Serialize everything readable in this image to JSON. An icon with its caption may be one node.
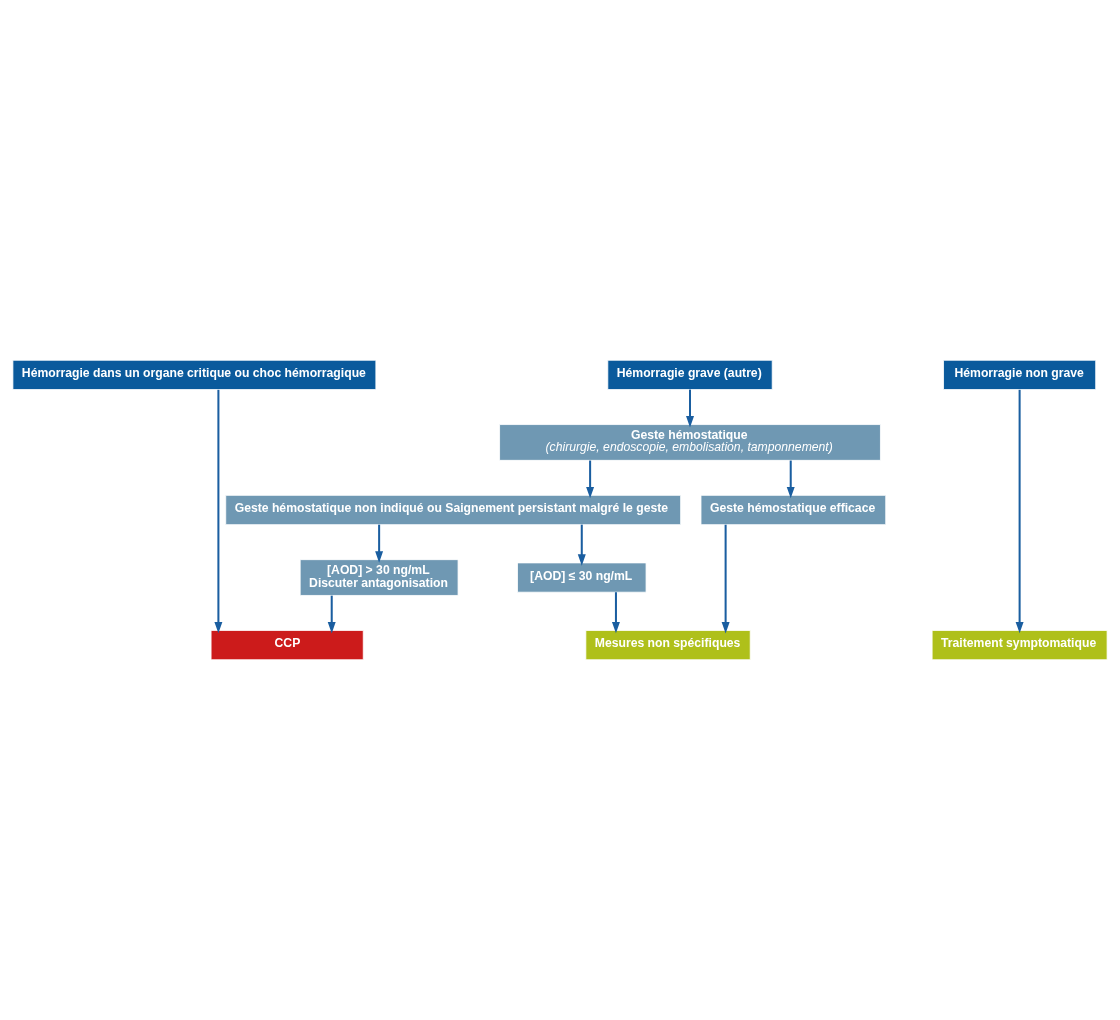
{
  "diagram": {
    "nodes": [
      {
        "text": [
          "Hémorragie dans un organe critique ou choc hémorragique"
        ]
      },
      {
        "text": [
          "Hémorragie grave (autre)"
        ]
      },
      {
        "text": [
          "Hémorragie non grave"
        ]
      },
      {
        "text": [
          "Geste hémostatique",
          "(chirurgie, endoscopie, embolisation, tamponnement)"
        ]
      },
      {
        "text": [
          "Geste hémostatique non indiqué ou Saignement persistant malgré le geste"
        ]
      },
      {
        "text": [
          "Geste hémostatique efficace"
        ]
      },
      {
        "text": [
          "[AOD] > 30 ng/mL",
          "Discuter antagonisation"
        ]
      },
      {
        "text": [
          "[AOD] ≤ 30 ng/mL"
        ]
      },
      {
        "text": [
          "CCP"
        ]
      },
      {
        "text": [
          "Mesures non spécifiques"
        ]
      },
      {
        "text": [
          "Traitement symptomatique"
        ]
      }
    ],
    "edges": [
      {
        "from": 0,
        "to": 8,
        "arrow": "to"
      },
      {
        "from": 1,
        "to": 3,
        "arrow": "to"
      },
      {
        "from": 2,
        "to": 10,
        "arrow": "to"
      },
      {
        "from": 3,
        "to": 4,
        "arrow": "to"
      },
      {
        "from": 3,
        "to": 5,
        "arrow": "to"
      },
      {
        "from": 4,
        "to": 6,
        "arrow": "to"
      },
      {
        "from": 4,
        "to": 7,
        "arrow": "to"
      },
      {
        "from": 6,
        "to": 8,
        "arrow": "to"
      },
      {
        "from": 7,
        "to": 9,
        "arrow": "to"
      },
      {
        "from": 5,
        "to": 9,
        "arrow": "to"
      }
    ]
  }
}
